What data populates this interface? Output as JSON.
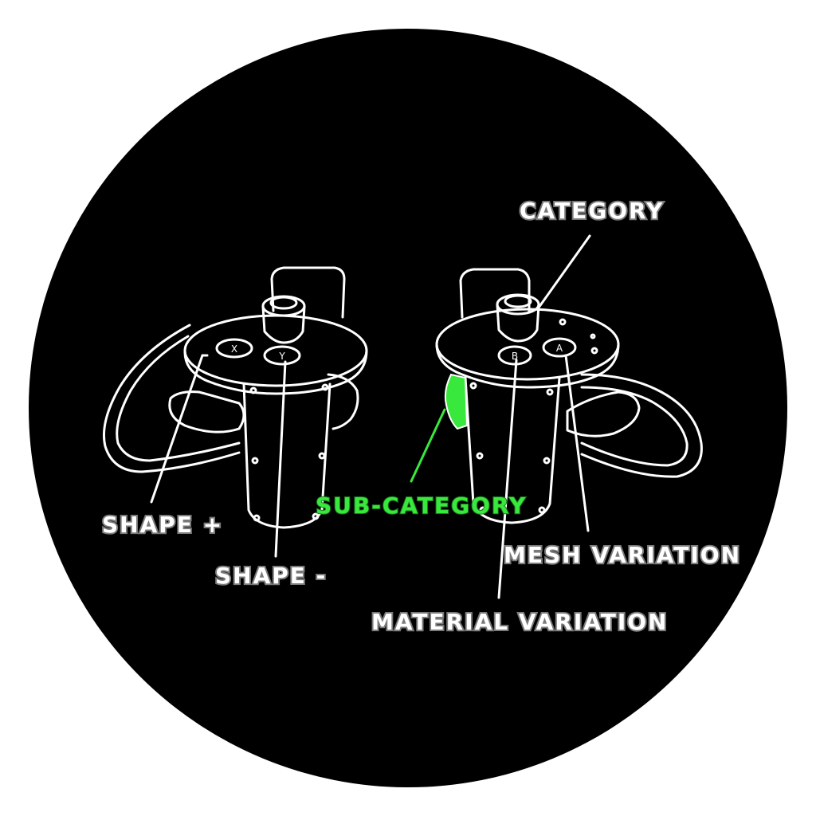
{
  "labels": {
    "category": "CATEGORY",
    "sub_category": "SUB-CATEGORY",
    "shape_plus": "SHAPE +",
    "shape_minus": "SHAPE -",
    "mesh_variation": "MESH VARIATION",
    "material_variation": "MATERIAL VARIATION"
  },
  "buttons": {
    "left_x": "X",
    "left_y": "Y",
    "right_b": "B",
    "right_a": "A"
  },
  "colors": {
    "background_circle": "#000000",
    "outline": "#ffffff",
    "label_fill": "#ffffff",
    "label_stroke": "#7a7a7a",
    "highlight": "#39e83c"
  },
  "icons": {
    "left_controller": "vr-controller-left-icon",
    "right_controller": "vr-controller-right-icon"
  }
}
